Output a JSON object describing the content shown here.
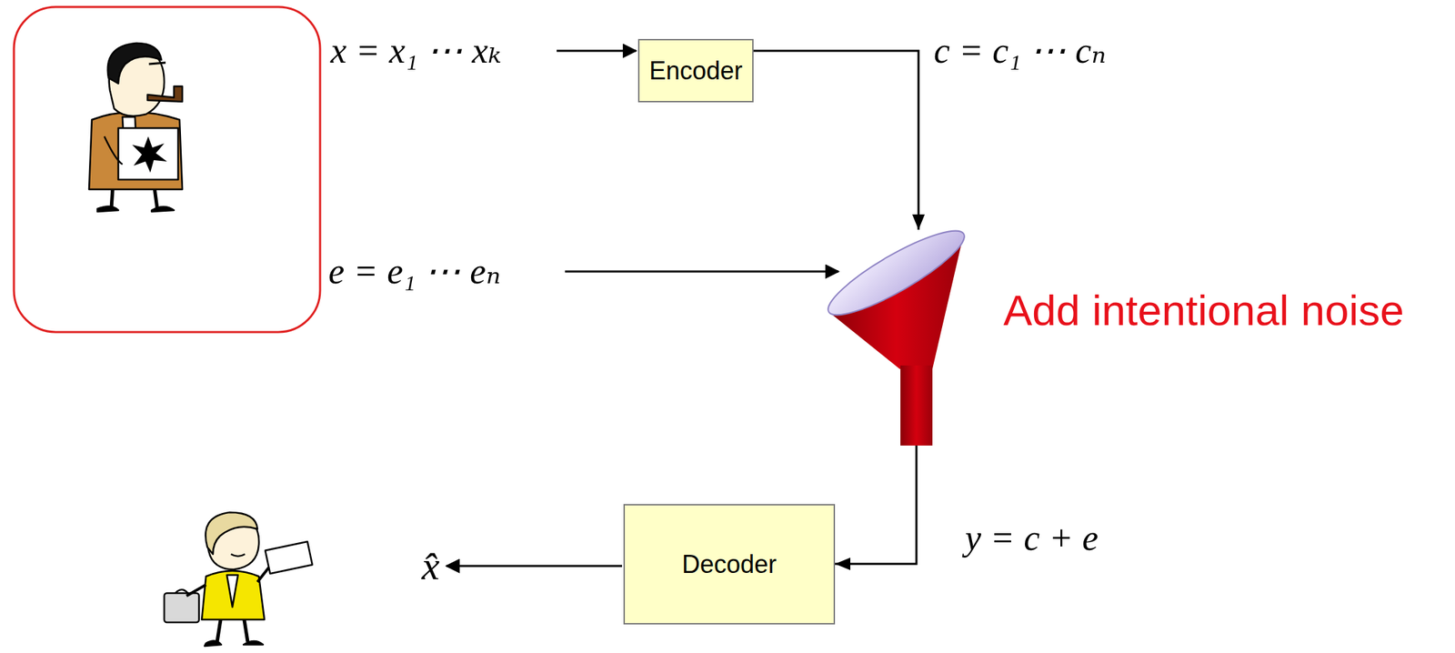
{
  "diagram": {
    "nodes": [
      {
        "text": [
          "Encoder"
        ]
      },
      {
        "text": [
          "Add intentional noise"
        ]
      },
      {
        "text": [
          "Decoder"
        ]
      }
    ],
    "edges": [
      {
        "from": 0,
        "to": 1,
        "arrow": "to"
      },
      {
        "from": 1,
        "to": 2,
        "arrow": "to"
      }
    ],
    "labels": [
      "x = x₁ ⋯ xₖ",
      "c = c₁ ⋯ cₙ",
      "e = e₁ ⋯ eₙ",
      "y = c + e",
      "x̂"
    ]
  }
}
